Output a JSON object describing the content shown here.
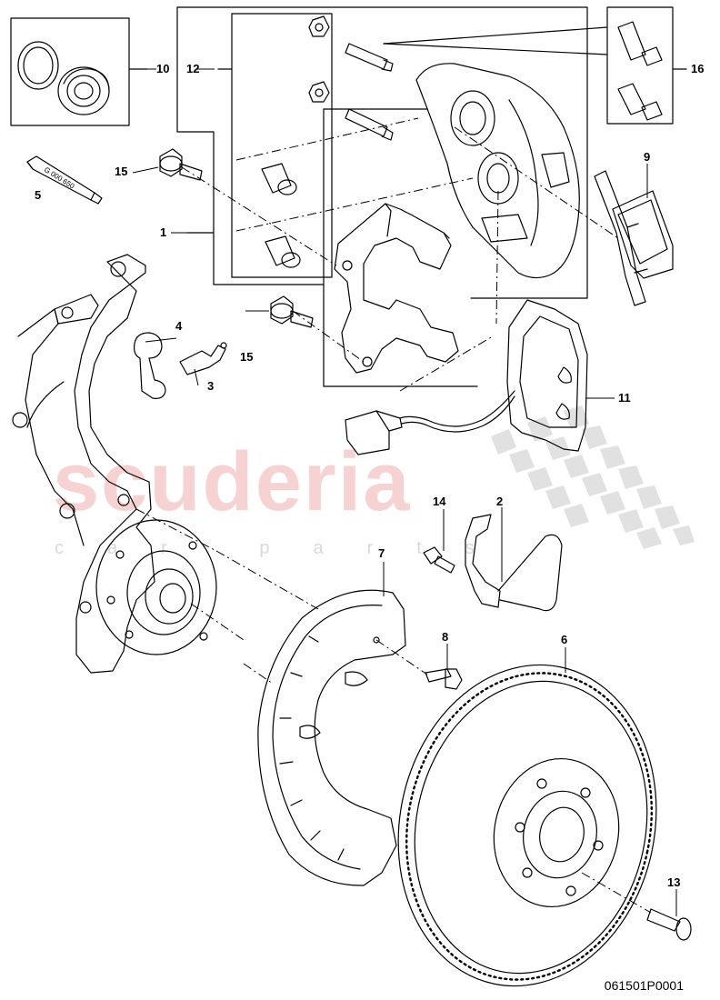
{
  "watermark": {
    "brand": "scuderia",
    "tagline": "car parts",
    "checker_color": "#d4d4d4",
    "brand_color": "#f3c4c4"
  },
  "drawing_number": "061501P0001",
  "callouts": {
    "c1": "1",
    "c2": "2",
    "c3": "3",
    "c4": "4",
    "c5": "5",
    "c6": "6",
    "c7": "7",
    "c8": "8",
    "c9": "9",
    "c10": "10",
    "c11": "11",
    "c12": "12",
    "c13": "13",
    "c14": "14",
    "c15a": "15",
    "c15b": "15",
    "c16": "16"
  },
  "tube_label": "G 000 650"
}
